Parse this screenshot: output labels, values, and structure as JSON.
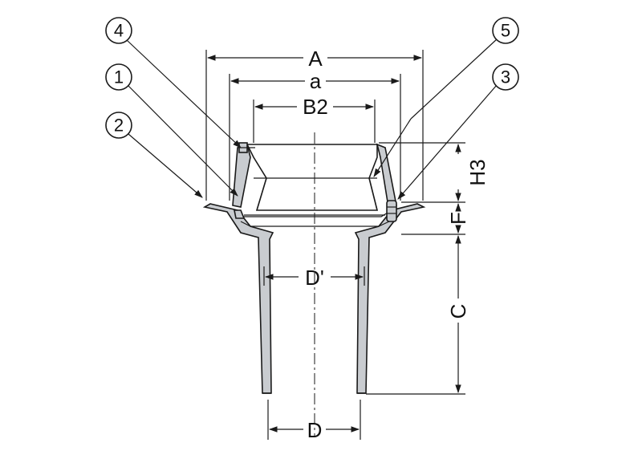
{
  "dimensions": {
    "A": "A",
    "a": "a",
    "B2": "B2",
    "H3": "H3",
    "F": "F",
    "C": "C",
    "D_prime": "D'",
    "D": "D"
  },
  "callouts": {
    "c1": "1",
    "c2": "2",
    "c3": "3",
    "c4": "4",
    "c5": "5"
  }
}
